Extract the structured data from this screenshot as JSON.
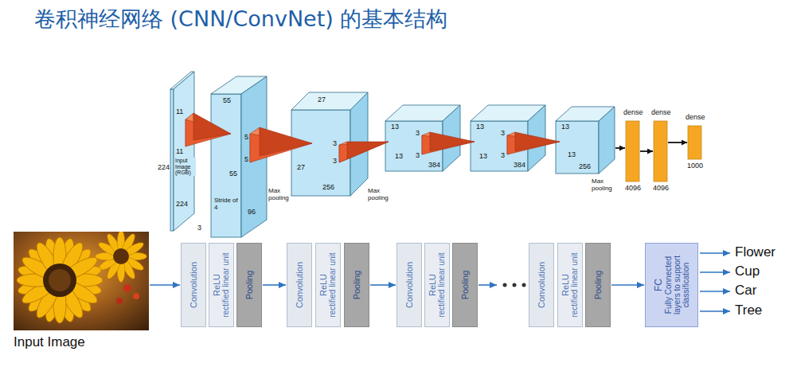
{
  "diagram": {
    "title": "卷积神经网络 (CNN/ConvNet) 的基本结构",
    "nodes": [
      {
        "text": [
          "Input Image"
        ]
      },
      {
        "text": [
          "Convolution"
        ]
      },
      {
        "text": [
          "ReLU",
          "rectified linear unit"
        ]
      },
      {
        "text": [
          "Pooling"
        ]
      },
      {
        "text": [
          "Convolution"
        ]
      },
      {
        "text": [
          "ReLU",
          "rectified linear unit"
        ]
      },
      {
        "text": [
          "Pooling"
        ]
      },
      {
        "text": [
          "Convolution"
        ]
      },
      {
        "text": [
          "ReLU",
          "rectified linear unit"
        ]
      },
      {
        "text": [
          "Pooling"
        ]
      },
      {
        "text": [
          "Convolution"
        ]
      },
      {
        "text": [
          "ReLU",
          "rectified linear unit"
        ]
      },
      {
        "text": [
          "Pooling"
        ]
      },
      {
        "text": [
          "FC",
          "Fully Connected layers to support classification"
        ]
      }
    ],
    "edges": [
      {
        "from": 0,
        "to": 1,
        "arrow": "to"
      },
      {
        "from": 3,
        "to": 4,
        "arrow": "to"
      },
      {
        "from": 6,
        "to": 7,
        "arrow": "to"
      },
      {
        "from": 12,
        "to": 13,
        "arrow": "to"
      }
    ],
    "labels": [
      "224",
      "11",
      "11",
      "Input Image (RGB)",
      "224",
      "3",
      "Stride of 4",
      "55",
      "55",
      "5",
      "5",
      "96",
      "Max pooling",
      "27",
      "27",
      "3",
      "3",
      "256",
      "Max pooling",
      "13",
      "13",
      "3",
      "3",
      "384",
      "13",
      "13",
      "3",
      "3",
      "384",
      "13",
      "13",
      "256",
      "Max pooling",
      "dense",
      "4096",
      "dense",
      "4096",
      "dense",
      "1000",
      "Flower",
      "Cup",
      "Car",
      "Tree"
    ]
  }
}
